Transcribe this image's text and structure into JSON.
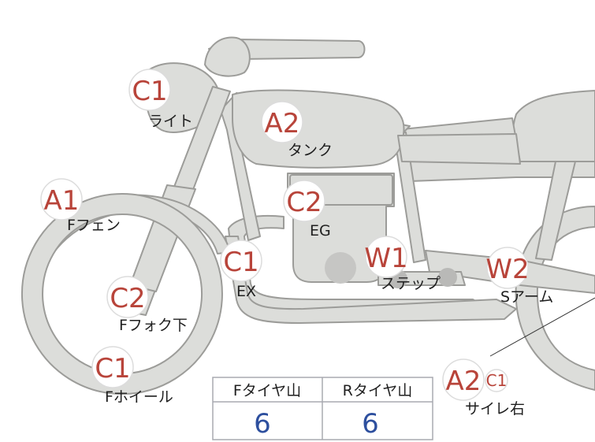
{
  "colors": {
    "grade": "#b8443a",
    "frame_fill": "#dcddda",
    "frame_stroke": "#9c9c99",
    "tread_value": "#2d4f9e",
    "table_border": "#a8aab0"
  },
  "callouts": {
    "light": {
      "grade": "C1",
      "part": "ライト"
    },
    "tank": {
      "grade": "A2",
      "part": "タンク"
    },
    "front_fender": {
      "grade": "A1",
      "part": "Fフェン"
    },
    "engine": {
      "grade": "C2",
      "part": "EG"
    },
    "exhaust": {
      "grade": "C1",
      "part": "EX"
    },
    "step": {
      "grade": "W1",
      "part": "ステップ"
    },
    "swing_arm": {
      "grade": "W2",
      "part": "Sアーム"
    },
    "front_fork": {
      "grade": "C2",
      "part": "Fフォク下"
    },
    "front_wheel": {
      "grade": "C1",
      "part": "Fホイール"
    },
    "muffler_right": {
      "grade": "A2",
      "grade_secondary": "C1",
      "part": "サイレ右"
    }
  },
  "tread_table": {
    "headers": [
      "Fタイヤ山",
      "Rタイヤ山"
    ],
    "values": [
      "6",
      "6"
    ]
  }
}
